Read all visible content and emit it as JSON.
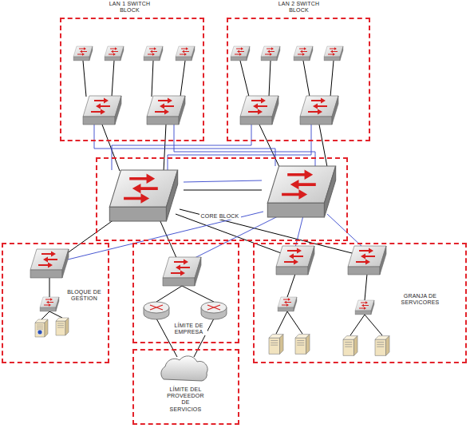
{
  "diagram": {
    "nodes": [
      {
        "text": [
          "LAN 1 SWITCH BLOCK"
        ]
      },
      {
        "text": [
          "LAN 2 SWITCH BLOCK"
        ]
      },
      {
        "text": [
          "CORE BLOCK"
        ]
      },
      {
        "text": [
          "BLOQUE DE GESTION"
        ]
      },
      {
        "text": [
          "LÍMITE DE EMPRESA"
        ]
      },
      {
        "text": [
          "GRANJA DE SERVICORES"
        ]
      },
      {
        "text": [
          "LÍMITE DEL PROVEEDOR DE SERVICIOS"
        ]
      }
    ]
  }
}
